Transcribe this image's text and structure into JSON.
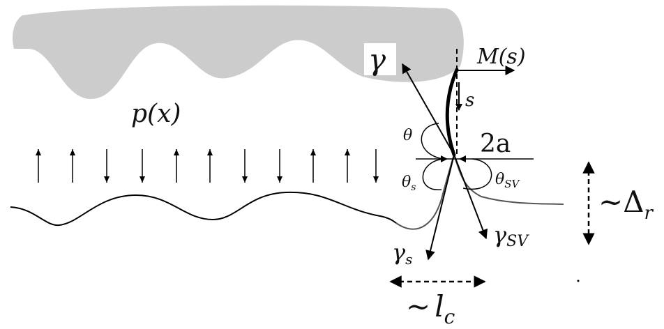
{
  "labels": {
    "pressure": "p(x)",
    "gamma": "γ",
    "moment": "M(s)",
    "arc": "s",
    "theta": "θ",
    "width": "2a",
    "theta_s": "θ",
    "theta_s_sub": "s",
    "theta_sv": "θ",
    "theta_sv_sub": "SV",
    "gamma_s": "γ",
    "gamma_s_sub": "s",
    "gamma_sv": "γ",
    "gamma_sv_sub": "SV",
    "delta_tilde": "~",
    "delta": "Δ",
    "delta_sub": "r",
    "lc_tilde": "~",
    "lc": "l",
    "lc_sub": "c"
  },
  "arrow_directions": [
    "up",
    "up",
    "down",
    "down",
    "up",
    "up",
    "down",
    "down",
    "up",
    "up",
    "down"
  ],
  "colors": {
    "upper_body_fill": "#cccccc",
    "line": "#000000",
    "meniscus": "#555555"
  }
}
